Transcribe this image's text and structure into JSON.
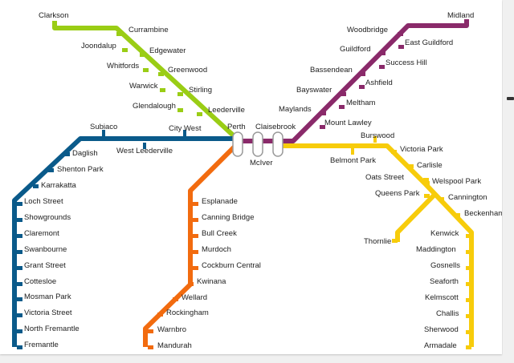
{
  "colors": {
    "background": "#ffffff",
    "joondalup_line": "#9acd15",
    "midland_line": "#8a2a6a",
    "fremantle_line": "#0a5a8a",
    "mandurah_line": "#f26b0f",
    "armadale_thornlie_line": "#f7cc0b",
    "text": "#222222"
  },
  "lines": [
    {
      "id": "joondalup",
      "color": "#9acd15",
      "stations": [
        "Clarkson",
        "Currambine",
        "Joondalup",
        "Edgewater",
        "Whitfords",
        "Greenwood",
        "Warwick",
        "Stirling",
        "Glendalough",
        "Leederville"
      ]
    },
    {
      "id": "midland",
      "color": "#8a2a6a",
      "stations": [
        "Midland",
        "Woodbridge",
        "East Guildford",
        "Guildford",
        "Success Hill",
        "Bassendean",
        "Ashfield",
        "Bayswater",
        "Meltham",
        "Maylands",
        "Mount Lawley"
      ]
    },
    {
      "id": "fremantle",
      "color": "#0a5a8a",
      "stations": [
        "Subiaco",
        "City West",
        "Daglish",
        "West Leederville",
        "Shenton Park",
        "Karrakatta",
        "Loch Street",
        "Showgrounds",
        "Claremont",
        "Swanbourne",
        "Grant Street",
        "Cottesloe",
        "Mosman Park",
        "Victoria Street",
        "North Fremantle",
        "Fremantle"
      ]
    },
    {
      "id": "mandurah",
      "color": "#f26b0f",
      "stations": [
        "Esplanade",
        "Canning Bridge",
        "Bull Creek",
        "Murdoch",
        "Cockburn Central",
        "Kwinana",
        "Wellard",
        "Rockingham",
        "Warnbro",
        "Mandurah"
      ]
    },
    {
      "id": "armadale_thornlie",
      "color": "#f7cc0b",
      "stations": [
        "Burswood",
        "Belmont Park",
        "Victoria Park",
        "Carlisle",
        "Oats Street",
        "Welspool Park",
        "Queens Park",
        "Cannington",
        "Beckenham",
        "Thornlie",
        "Kenwick",
        "Maddington",
        "Gosnells",
        "Seaforth",
        "Kelmscott",
        "Challis",
        "Sherwood",
        "Armadale"
      ]
    }
  ],
  "interchanges": [
    "Perth",
    "McIver",
    "Claisebrook"
  ]
}
